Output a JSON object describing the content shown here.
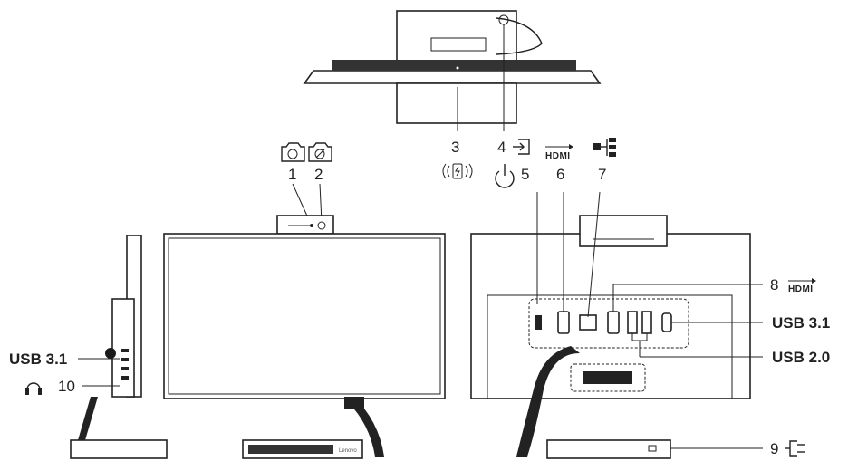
{
  "callouts": {
    "c1": "1",
    "c2": "2",
    "c3": "3",
    "c4": "4",
    "c5": "5",
    "c6": "6",
    "c7": "7",
    "c8": "8",
    "c9": "9",
    "c10": "10"
  },
  "labels": {
    "hdmi_top": "HDMI",
    "hdmi_side": "HDMI",
    "usb31_right": "USB 3.1",
    "usb20_right": "USB 2.0",
    "usb31_left": "USB 3.1",
    "brand": "Lenovo"
  },
  "icons": {
    "camera_1": "camera-icon",
    "camera_2": "camera-privacy-icon",
    "wireless_charging": "wireless-charging-icon",
    "input_source": "input-switch-icon",
    "power": "power-icon",
    "hdmi": "hdmi-icon",
    "ethernet": "ethernet-icon",
    "power_plug": "power-plug-icon",
    "headset": "headset-icon"
  }
}
